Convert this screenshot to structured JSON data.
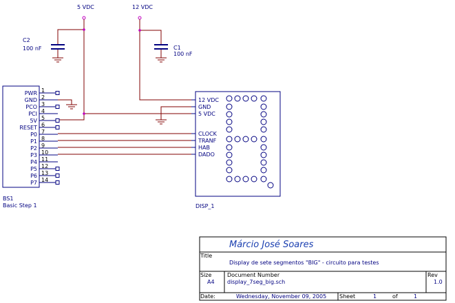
{
  "power": {
    "v5_label": "5 VDC",
    "v12_label": "12 VDC"
  },
  "capacitors": {
    "c2": {
      "ref": "C2",
      "value": "100 nF"
    },
    "c1": {
      "ref": "C1",
      "value": "100 nF"
    }
  },
  "basic_step": {
    "ref": "BS1",
    "name": "Basic Step 1",
    "pins": [
      {
        "label": "PWR",
        "num": "1"
      },
      {
        "label": "GND",
        "num": "2"
      },
      {
        "label": "PCO",
        "num": "3"
      },
      {
        "label": "PCI",
        "num": "4"
      },
      {
        "label": "5V",
        "num": "5"
      },
      {
        "label": "RESET",
        "num": "6"
      },
      {
        "label": "P0",
        "num": "7"
      },
      {
        "label": "P1",
        "num": "8"
      },
      {
        "label": "P2",
        "num": "9"
      },
      {
        "label": "P3",
        "num": "10"
      },
      {
        "label": "P4",
        "num": "11"
      },
      {
        "label": "P5",
        "num": "12"
      },
      {
        "label": "P6",
        "num": "13"
      },
      {
        "label": "P7",
        "num": "14"
      }
    ]
  },
  "display": {
    "ref": "DISP_1",
    "pins": [
      "12 VDC",
      "GND",
      "5 VDC",
      "CLOCK",
      "TRANF",
      "HAB",
      "DADO"
    ]
  },
  "title_block": {
    "author": "Márcio José Soares",
    "title_label": "Title",
    "title": "Display de sete segmentos \"BIG\" - circuito para testes",
    "size_label": "Size",
    "size": "A4",
    "docnum_label": "Document Number",
    "docnum": "display_7seg_big.sch",
    "rev_label": "Rev",
    "rev": "1.0",
    "date_label": "Date:",
    "date": "Wednesday, November 09, 2005",
    "sheet_label": "Sheet",
    "sheet": "1",
    "of_label": "of",
    "sheets": "1"
  },
  "colors": {
    "wire": "#800000",
    "pin": "#000080",
    "junction": "#c000c0",
    "body": "#000080",
    "text": "#000080",
    "author": "#1a3fb0"
  }
}
